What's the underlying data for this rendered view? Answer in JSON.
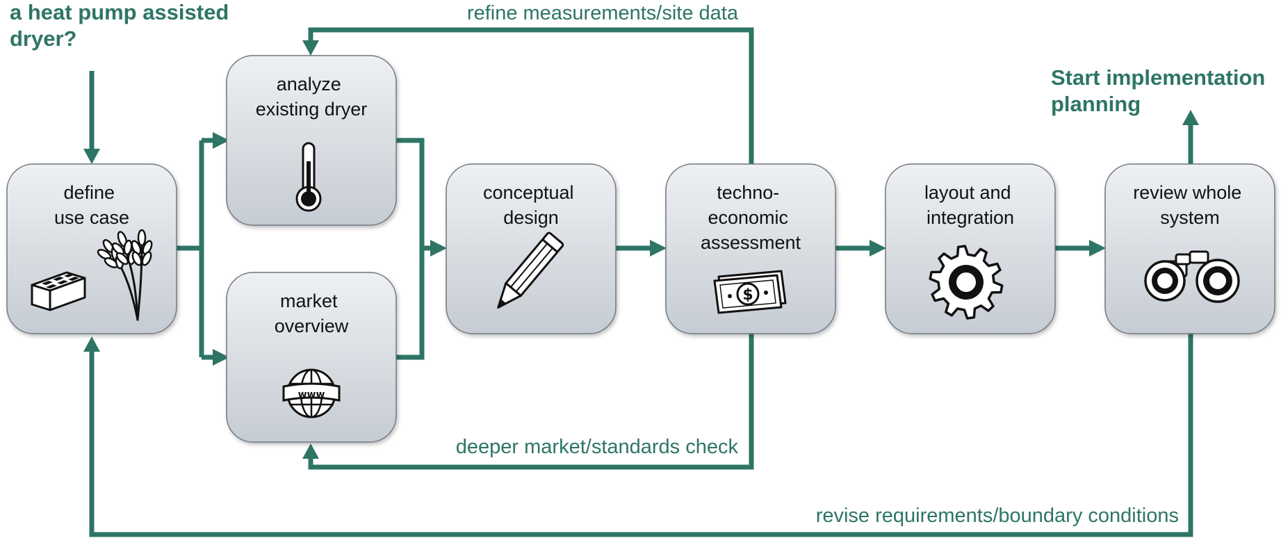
{
  "colors": {
    "accent": "#2e7565",
    "box_top": "#eef0f3",
    "box_bottom": "#c6ccd3",
    "box_border": "#6e7780",
    "text": "#111111"
  },
  "heading_top_left": {
    "line1": "a heat pump assisted",
    "line2": "dryer?"
  },
  "heading_right": {
    "line1": "Start implementation",
    "line2": "planning"
  },
  "steps": [
    {
      "id": "define-use-case",
      "line1": "define",
      "line2": "use case",
      "icon": "brick-and-wheat-icon"
    },
    {
      "id": "analyze-existing-dryer",
      "line1": "analyze",
      "line2": "existing dryer",
      "icon": "thermometer-icon"
    },
    {
      "id": "market-overview",
      "line1": "market",
      "line2": "overview",
      "icon": "globe-www-icon"
    },
    {
      "id": "conceptual-design",
      "line1": "conceptual",
      "line2": "design",
      "icon": "pencil-icon"
    },
    {
      "id": "techno-economic-assessment",
      "line1": "techno-",
      "line2": "economic",
      "line3": "assessment",
      "icon": "dollar-bill-icon"
    },
    {
      "id": "layout-and-integration",
      "line1": "layout and",
      "line2": "integration",
      "icon": "gear-icon"
    },
    {
      "id": "review-whole-system",
      "line1": "review whole",
      "line2": "system",
      "icon": "binoculars-icon"
    }
  ],
  "feedback_loops": {
    "refine": "refine measurements/site data",
    "deeper": "deeper market/standards check",
    "revise": "revise requirements/boundary conditions"
  }
}
